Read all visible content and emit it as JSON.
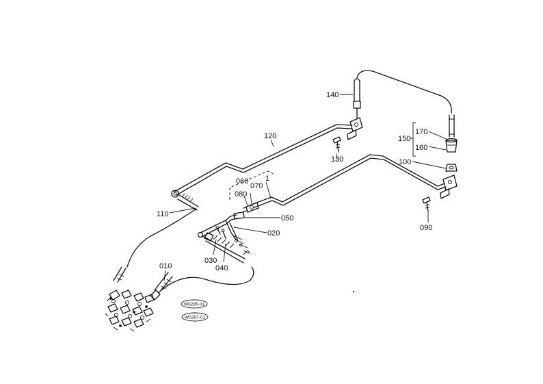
{
  "callouts": {
    "c010": "010",
    "c020": "020",
    "c030": "030",
    "c040": "040",
    "c050": "050",
    "c060": "060",
    "c070": "070",
    "c080": "080",
    "c090": "090",
    "c100": "100",
    "c110": "110",
    "c120": "120",
    "c130": "130",
    "c140": "140",
    "c150": "150",
    "c160": "160",
    "c170": "170",
    "c1": "1"
  },
  "stamps": {
    "s1": "W0295-01",
    "s2": "W0267-01"
  }
}
